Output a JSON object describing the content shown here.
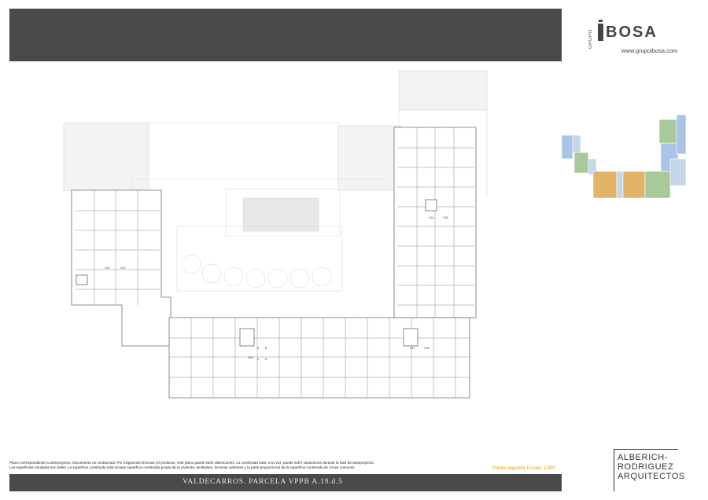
{
  "logo": {
    "vertical_text": "GRUPO",
    "letters": [
      "B",
      "O",
      "S",
      "A"
    ],
    "website": "www.grupoibosa.com"
  },
  "footer_note": {
    "line1": "Plano correspondiente a anteproyecto. Documento no contractual. Por exigencias técnicas y/o jurídicas, este plano puede sufrir alteraciones. La construida total, a su vez, puede sufrir variaciones durante la fase de anteproyecto.",
    "line2": "Las superficies rotuladas son útiles. La superficie construida total incluye superficie construida propia de la vivienda, tendedero, terrazas cubiertas y la parte proporcional de la superficie construida de zonas comunes."
  },
  "scale_label": "Planta segunda Escala: 1/300",
  "architect": {
    "lines": [
      "ALBERICH-",
      "RODRIGUEZ",
      "ARQUITECTOS"
    ]
  },
  "project_title": "VALDECARROS. PARCELA VPPB A.19.d.5",
  "plan_labels": [
    "V12",
    "V13",
    "V14",
    "V15",
    "V16",
    "V17",
    "V18",
    "A",
    "B",
    "C",
    "D"
  ],
  "colors": {
    "header_bar": "#4a4a4a",
    "key_blue": "#a9c4e8",
    "key_green": "#a8c99a",
    "key_orange": "#e2b46a"
  }
}
